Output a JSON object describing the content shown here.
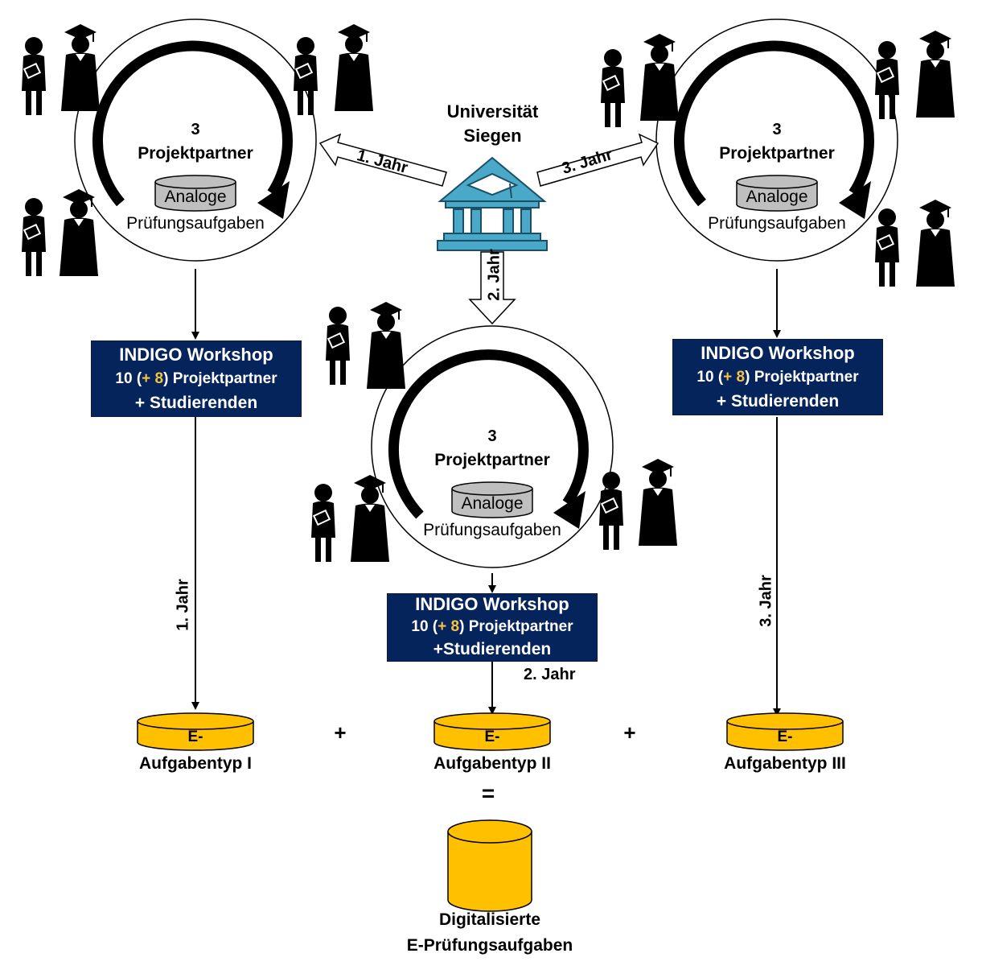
{
  "university": {
    "line1": "Universität",
    "line2": "Siegen"
  },
  "arrows": {
    "year1": "1. Jahr",
    "year2": "2. Jahr",
    "year3": "3. Jahr"
  },
  "cycles": [
    {
      "count": "3",
      "partners": "Projektpartner",
      "db_label": "Analoge",
      "tasks": "Prüfungsaufgaben"
    },
    {
      "count": "3",
      "partners": "Projektpartner",
      "db_label": "Analoge",
      "tasks": "Prüfungsaufgaben"
    },
    {
      "count": "3",
      "partners": "Projektpartner",
      "db_label": "Analoge",
      "tasks": "Prüfungsaufgaben"
    }
  ],
  "workshops": [
    {
      "title": "INDIGO Workshop",
      "count_pre": "10 (",
      "plus": "+ 8",
      "count_post": ") Projektpartner",
      "students": "+ Studierenden"
    },
    {
      "title": "INDIGO Workshop",
      "count_pre": "10 (",
      "plus": "+ 8",
      "count_post": ") Projektpartner",
      "students": "+Studierenden"
    },
    {
      "title": "INDIGO Workshop",
      "count_pre": "10 (",
      "plus": "+ 8",
      "count_post": ") Projektpartner",
      "students": "+ Studierenden"
    }
  ],
  "outputs": [
    {
      "db_label": "E-",
      "caption": "Aufgabentyp I"
    },
    {
      "db_label": "E-",
      "caption": "Aufgabentyp II"
    },
    {
      "db_label": "E-",
      "caption": "Aufgabentyp III"
    }
  ],
  "operators": {
    "plus1": "+",
    "plus2": "+",
    "equals": "="
  },
  "final": {
    "line1": "Digitalisierte",
    "line2": "E-Prüfungsaufgaben"
  },
  "colors": {
    "workshop_bg": "#06245c",
    "highlight": "#f5c242",
    "database_yellow": "#ffc000",
    "database_gray": "#bfbfbf",
    "university_icon": "#4aa8c8"
  },
  "icons": [
    "person-with-book-icon",
    "graduate-icon",
    "university-building-icon",
    "database-icon"
  ]
}
